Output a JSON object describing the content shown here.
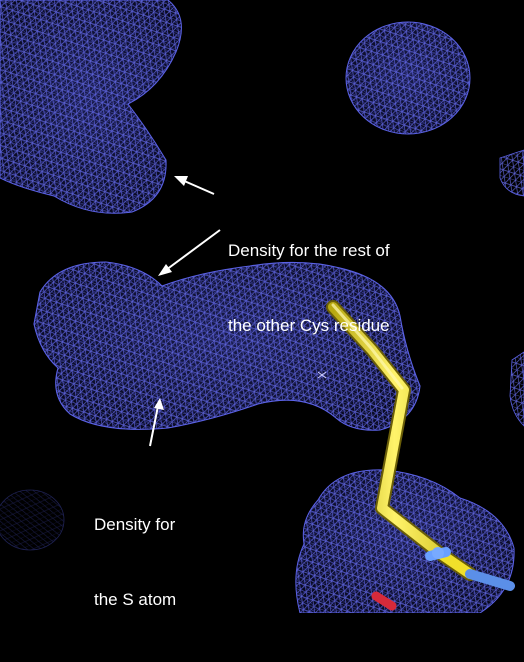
{
  "annotations": {
    "rest_of_cys": {
      "line1": "Density for the rest of",
      "line2": "the other Cys residue"
    },
    "s_atom": {
      "line1": "Density for",
      "line2": "the S atom"
    }
  },
  "colors": {
    "background": "#000000",
    "mesh": "#5b62e6",
    "stick_carbon": "#f0e02a",
    "stick_nitrogen": "#5b8fe8",
    "stick_oxygen": "#d62a3a",
    "arrow": "#ffffff",
    "label_text": "#ffffff"
  },
  "icons": {
    "density_mesh": "electron-density-mesh",
    "residue_model": "cysteine-stick-model"
  }
}
